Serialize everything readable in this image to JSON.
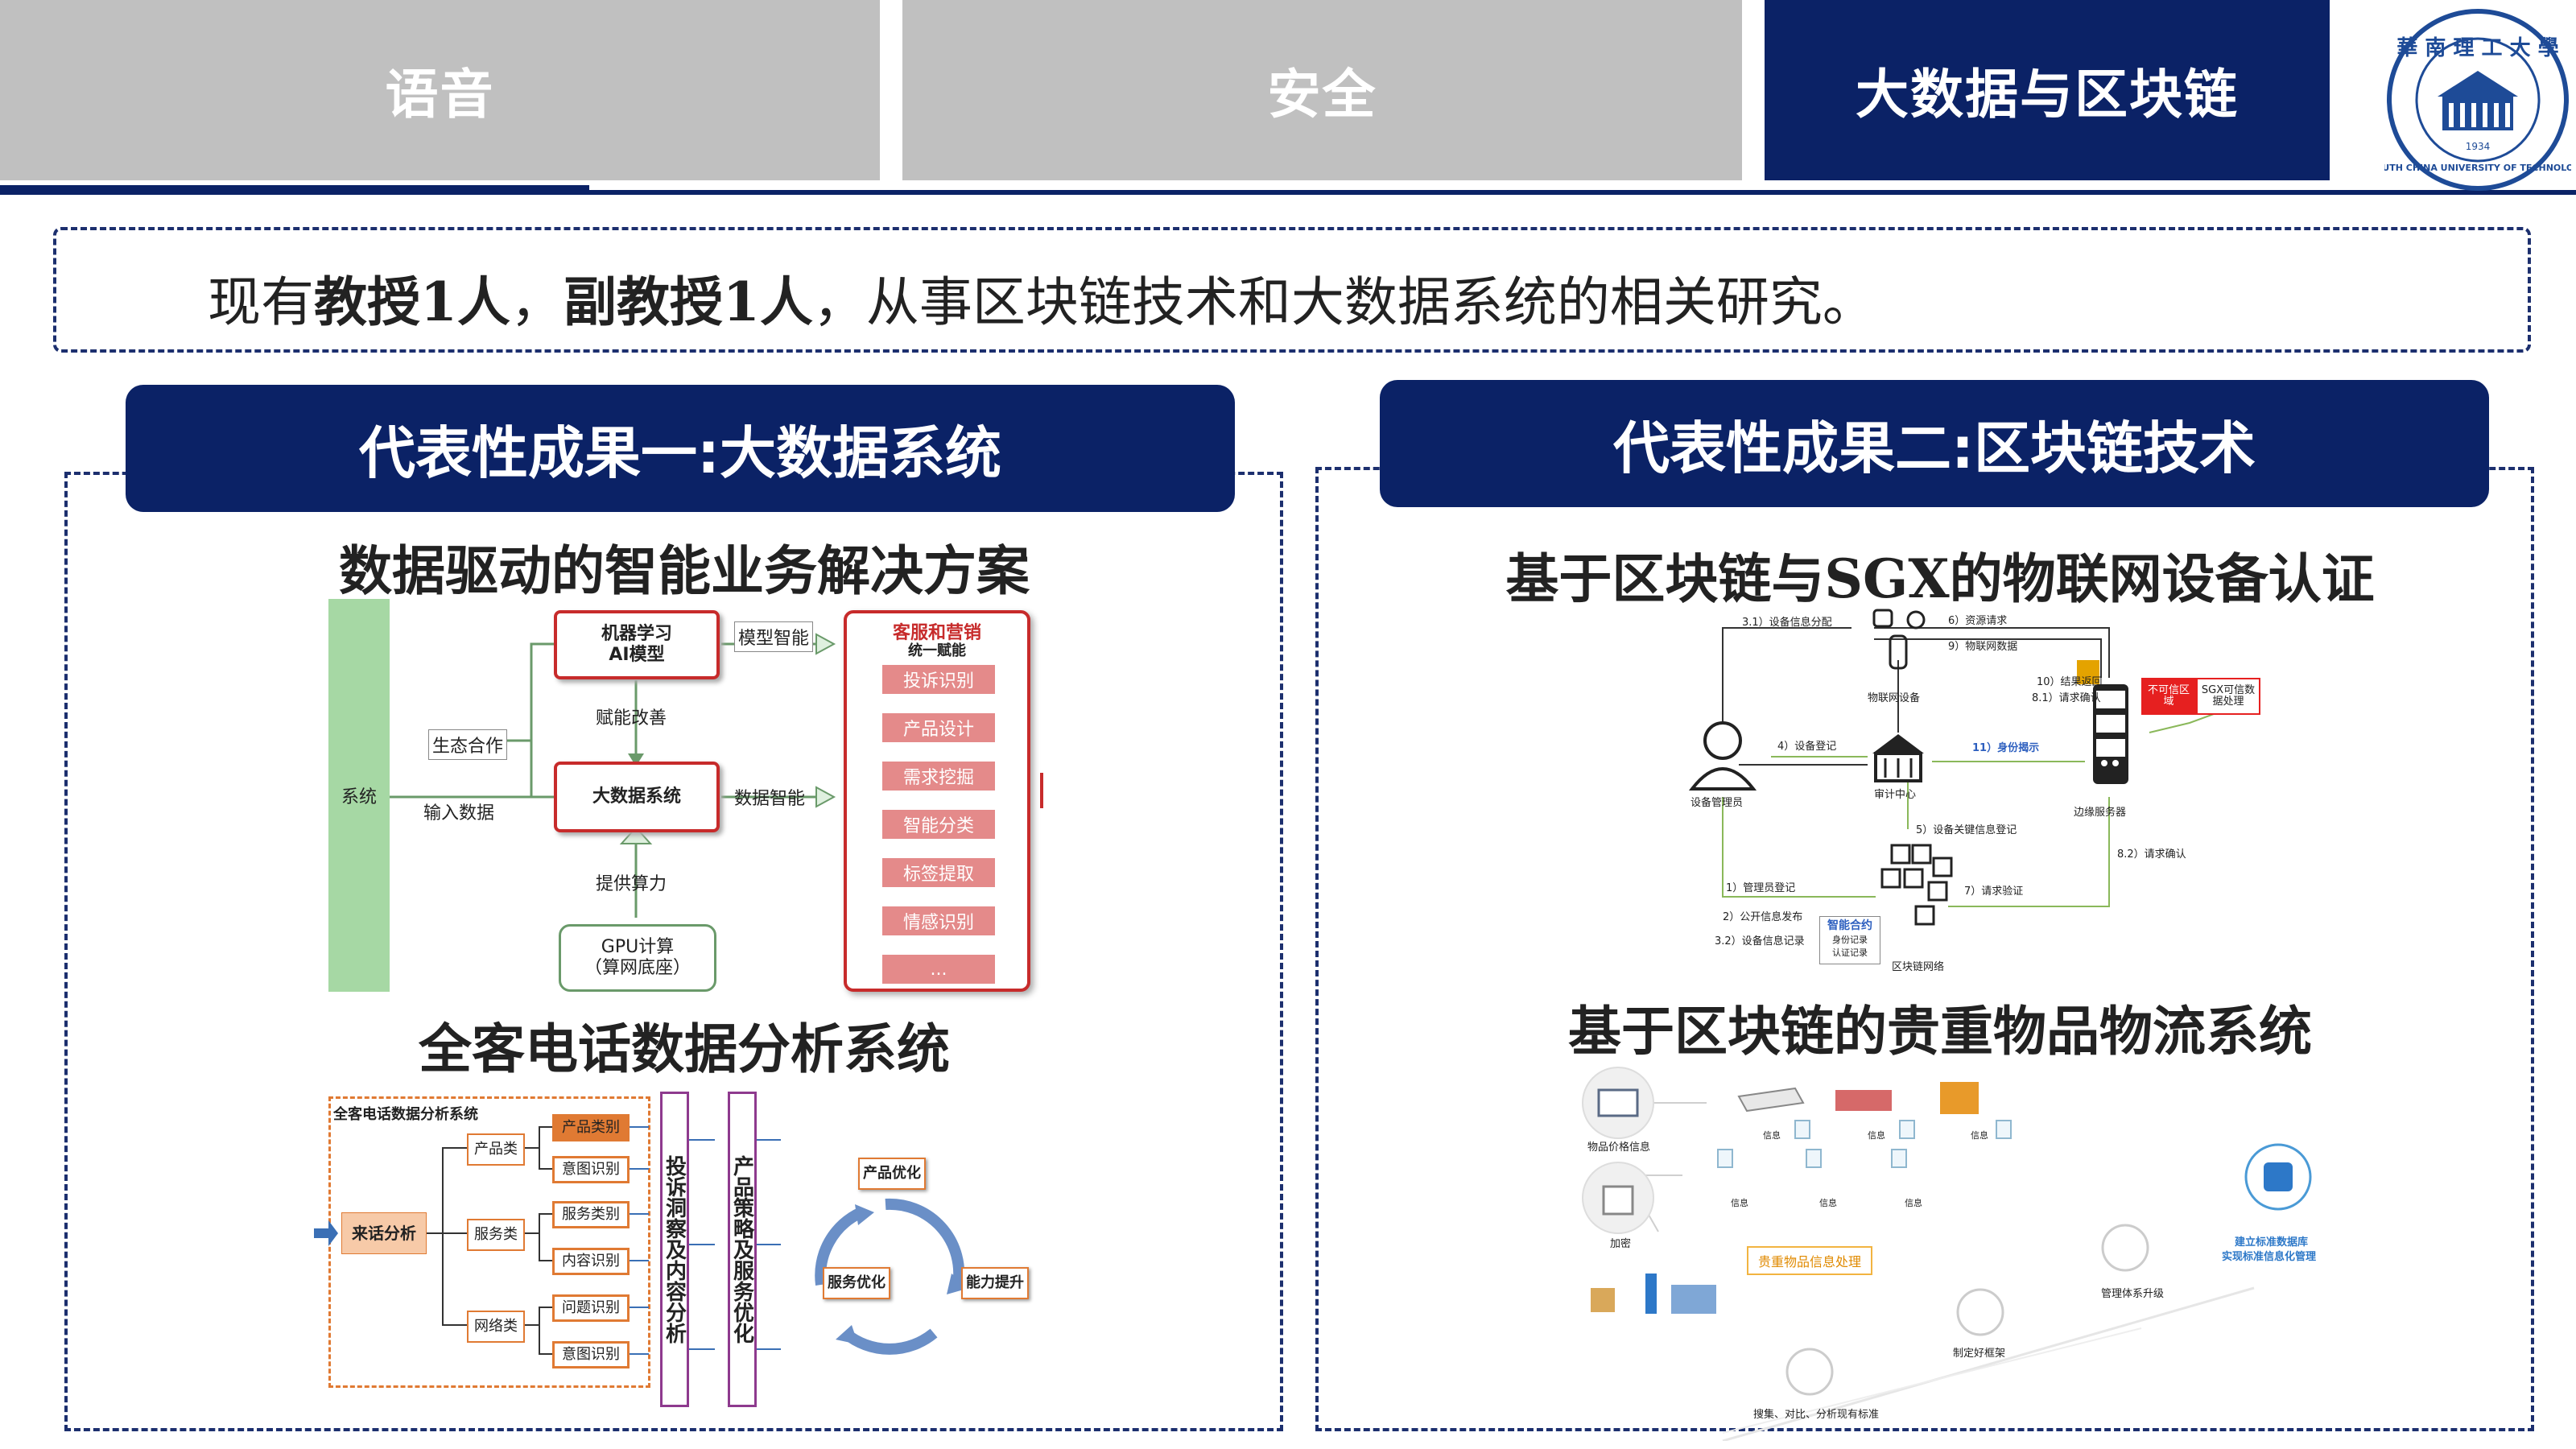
{
  "tabs": [
    {
      "label": "语音"
    },
    {
      "label": "安全"
    },
    {
      "label": "大数据与区块链"
    }
  ],
  "logo": {
    "text": "SOUTH CHINA UNIVERSITY OF TECHNOLOGY",
    "year": "1934"
  },
  "intro": {
    "p1": "现有",
    "b1": "教授1人",
    "p2": "，",
    "b2": "副教授1人",
    "p3": "，从事区块链技术和大数据系统的相关研究。"
  },
  "left": {
    "header": "代表性成果一:大数据系统",
    "title1": "数据驱动的智能业务解决方案",
    "d1": {
      "system": "系统",
      "eco": "生态合作",
      "input": "输入数据",
      "ml1": "机器学习",
      "ml2": "AI模型",
      "empower": "赋能改善",
      "bigdata": "大数据系统",
      "compute": "提供算力",
      "gpu1": "GPU计算",
      "gpu2": "（算网底座）",
      "modelint": "模型智能",
      "dataint": "数据智能",
      "panel_title": "客服和营销",
      "panel_sub": "统一赋能",
      "items": [
        "投诉识别",
        "产品设计",
        "需求挖掘",
        "智能分类",
        "标签提取",
        "情感识别",
        "..."
      ]
    },
    "title2": "全客电话数据分析系统",
    "d2": {
      "frame": "全客电话数据分析系统",
      "incoming": "来话分析",
      "groups": [
        {
          "label": "产品类",
          "subs": [
            "产品类别",
            "意图识别"
          ]
        },
        {
          "label": "服务类",
          "subs": [
            "服务类别",
            "内容识别"
          ]
        },
        {
          "label": "网络类",
          "subs": [
            "问题识别",
            "意图识别"
          ]
        }
      ],
      "col1": "投诉洞察及内容分析",
      "col2": "产品策略及服务优化",
      "cycle": [
        "产品优化",
        "服务优化",
        "能力提升"
      ]
    }
  },
  "right": {
    "header": "代表性成果二:区块链技术",
    "title1": "基于区块链与SGX的物联网设备认证",
    "d1": {
      "iot": "物联网设备",
      "admin": "设备管理员",
      "audit": "审计中心",
      "edge": "边缘服务器",
      "chain": "区块链网络",
      "untrusted": "不可信区域",
      "sgx": "SGX可信数据处理",
      "contract": "智能合约",
      "contract_sub1": "身份记录",
      "contract_sub2": "认证记录",
      "l31": "3.1）设备信息分配",
      "l6": "6）资源请求",
      "l9": "9）物联网数据",
      "l10": "10）结果返回",
      "l81": "8.1）请求确认",
      "l4": "4）设备登记",
      "l11": "11）身份揭示",
      "l5": "5）设备关键信息登记",
      "l82": "8.2）请求确认",
      "l1": "1）管理员登记",
      "l2": "2）公开信息发布",
      "l32": "3.2）设备信息记录",
      "l7": "7）请求验证"
    },
    "title2": "基于区块链的贵重物品物流系统",
    "d2": {
      "price": "物品价格信息",
      "encrypt": "加密",
      "info": "信息",
      "process": "贵重物品信息处理",
      "mgmt": "管理体系升级",
      "standard1": "建立标准数据库",
      "standard2": "实现标准信息化管理",
      "framework": "制定好框架",
      "search": "搜集、对比、分析现有标准"
    }
  }
}
